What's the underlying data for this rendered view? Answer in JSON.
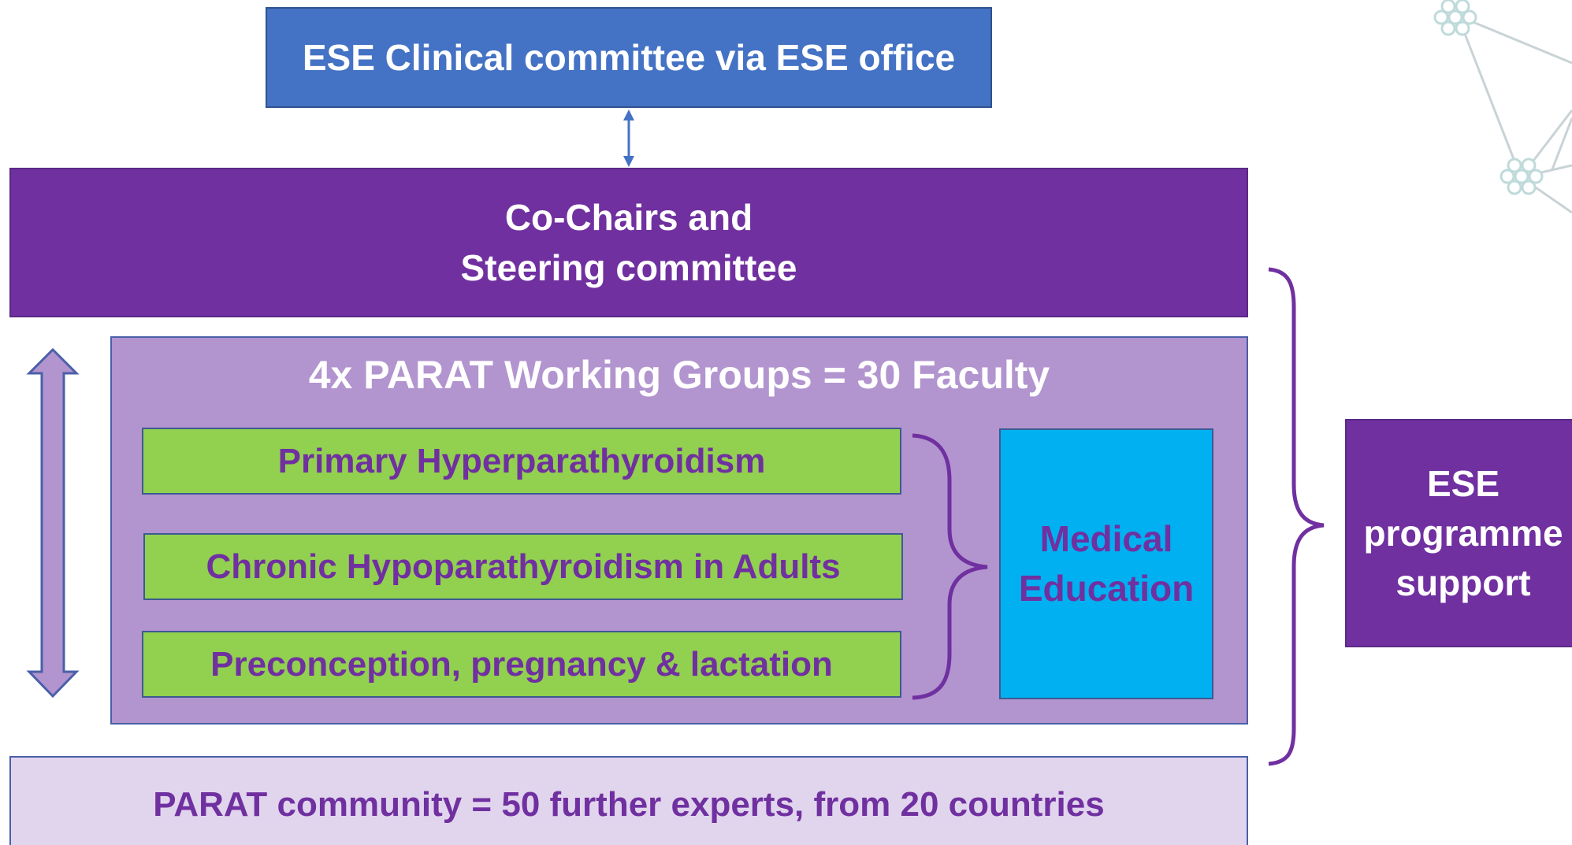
{
  "nodes": {
    "clinical_committee": "ESE Clinical committee via ESE office",
    "steering_line1": "Co-Chairs and",
    "steering_line2": "Steering committee",
    "working_groups_title": "4x PARAT Working Groups  = 30 Faculty",
    "group_1": "Primary Hyperparathyroidism",
    "group_2": "Chronic Hypoparathyroidism in Adults",
    "group_3": "Preconception, pregnancy & lactation",
    "medical_line1": "Medical",
    "medical_line2": "Education",
    "community": "PARAT community = 50 further experts, from 20 countries",
    "support_line1": "ESE",
    "support_line2": "programme",
    "support_line3": "support"
  },
  "colors": {
    "blue_box": "#4472c4",
    "purple_box": "#7030a0",
    "lavender_box": "#b294cf",
    "light_lavender_box": "#e1d5ee",
    "green_box": "#92d050",
    "cyan_box": "#00b0f0",
    "purple_text": "#7030a0",
    "white_text": "#ffffff",
    "network_decoration": "#c9dcdc"
  }
}
